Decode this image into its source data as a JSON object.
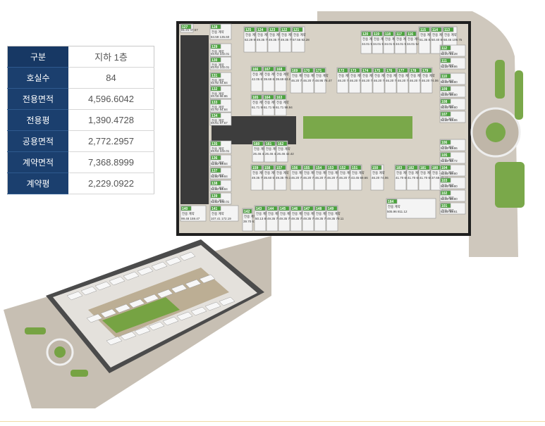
{
  "summary": {
    "header": {
      "label": "구분",
      "value": "지하 1층"
    },
    "rows": [
      {
        "label": "호실수",
        "value": "84"
      },
      {
        "label": "전용면적",
        "value": "4,596.6042"
      },
      {
        "label": "전용평",
        "value": "1,390.4728"
      },
      {
        "label": "공용면적",
        "value": "2,772.2957"
      },
      {
        "label": "계약면적",
        "value": "7,368.8999"
      },
      {
        "label": "계약평",
        "value": "2,229.0922"
      }
    ]
  },
  "plan": {
    "units": [
      {
        "num": "127",
        "a": "",
        "b": "",
        "c": "81.21 47.57"
      },
      {
        "num": "128",
        "a": "전용",
        "b": "계약",
        "c": "84.59 135.60"
      },
      {
        "num": "125",
        "a": "전용",
        "b": "계약",
        "c": "62.29 99.96"
      },
      {
        "num": "124",
        "a": "전용",
        "b": "계약",
        "c": "49.35 79.11"
      },
      {
        "num": "123",
        "a": "전용",
        "b": "계약",
        "c": "49.35 79.11"
      },
      {
        "num": "122",
        "a": "전용",
        "b": "계약",
        "c": "49.35 79.11"
      },
      {
        "num": "121",
        "a": "전용",
        "b": "계약",
        "c": "57.56 92.28"
      },
      {
        "num": "120",
        "a": "전용",
        "b": "계약",
        "c": "34.01 54.51"
      },
      {
        "num": "119",
        "a": "전용",
        "b": "계약",
        "c": "34.01 54.51"
      },
      {
        "num": "118",
        "a": "전용",
        "b": "계약",
        "c": "34.01 54.51"
      },
      {
        "num": "117",
        "a": "전용",
        "b": "계약",
        "c": "34.01 54.51"
      },
      {
        "num": "116",
        "a": "전용",
        "b": "계약",
        "c": "34.01 54.51"
      },
      {
        "num": "115",
        "a": "전용",
        "b": "계약",
        "c": "51.35 82.30"
      },
      {
        "num": "114",
        "a": "전용",
        "b": "계약",
        "c": "50.40 80.80"
      },
      {
        "num": "113",
        "a": "전용",
        "b": "계약",
        "c": "68.46 109.75"
      },
      {
        "num": "129",
        "a": "전용",
        "b": "계약",
        "c": "63.63 102.01"
      },
      {
        "num": "130",
        "a": "전용",
        "b": "계약",
        "c": "63.63 102.01"
      },
      {
        "num": "112",
        "a": "전용",
        "b": "계약",
        "c": "50.71 81.28"
      },
      {
        "num": "111",
        "a": "전용",
        "b": "계약",
        "c": "52.30 83.86"
      },
      {
        "num": "166",
        "a": "전용",
        "b": "계약",
        "c": "42.05 67.42"
      },
      {
        "num": "167",
        "a": "전용",
        "b": "계약",
        "c": "39.69 63.63"
      },
      {
        "num": "168",
        "a": "전용",
        "b": "계약",
        "c": "39.69 63.63"
      },
      {
        "num": "169",
        "a": "전용",
        "b": "계약",
        "c": "46.20 74.06"
      },
      {
        "num": "170",
        "a": "전용",
        "b": "계약",
        "c": "46.20 74.06"
      },
      {
        "num": "171",
        "a": "전용",
        "b": "계약",
        "c": "48.95 78.47"
      },
      {
        "num": "172",
        "a": "전용",
        "b": "계약",
        "c": "46.20 74.06"
      },
      {
        "num": "173",
        "a": "전용",
        "b": "계약",
        "c": "46.20 74.06"
      },
      {
        "num": "174",
        "a": "전용",
        "b": "계약",
        "c": "46.20 74.06"
      },
      {
        "num": "175",
        "a": "전용",
        "b": "계약",
        "c": "46.20 74.06"
      },
      {
        "num": "176",
        "a": "전용",
        "b": "계약",
        "c": "46.20 74.06"
      },
      {
        "num": "177",
        "a": "전용",
        "b": "계약",
        "c": "46.20 74.06"
      },
      {
        "num": "178",
        "a": "전용",
        "b": "계약",
        "c": "46.20 74.06"
      },
      {
        "num": "179",
        "a": "전용",
        "b": "계약",
        "c": "46.20 74.06"
      },
      {
        "num": "110",
        "a": "전용",
        "b": "계약",
        "c": "50.40 80.80"
      },
      {
        "num": "109",
        "a": "전용",
        "b": "계약",
        "c": "50.40 80.80"
      },
      {
        "num": "131",
        "a": "전용",
        "b": "계약",
        "c": "52.92 84.84"
      },
      {
        "num": "132",
        "a": "전용",
        "b": "계약",
        "c": "54.18 86.86"
      },
      {
        "num": "133",
        "a": "전용",
        "b": "계약",
        "c": "52.92 84.84"
      },
      {
        "num": "134",
        "a": "전용",
        "b": "계약",
        "c": "54.61 87.57"
      },
      {
        "num": "165",
        "a": "전용",
        "b": "계약",
        "c": "61.71 98.94"
      },
      {
        "num": "164",
        "a": "전용",
        "b": "계약",
        "c": "61.71 98.94"
      },
      {
        "num": "163",
        "a": "전용",
        "b": "계약",
        "c": "61.71 98.94"
      },
      {
        "num": "108",
        "a": "전용",
        "b": "계약",
        "c": "50.40 80.80"
      },
      {
        "num": "107",
        "a": "전용",
        "b": "계약",
        "c": "52.30 83.86"
      },
      {
        "num": "135",
        "a": "전용",
        "b": "계약",
        "c": "63.63 102.01"
      },
      {
        "num": "160",
        "a": "전용",
        "b": "계약",
        "c": "26.46 42.42"
      },
      {
        "num": "161",
        "a": "전용",
        "b": "계약",
        "c": "26.46 42.42"
      },
      {
        "num": "162",
        "a": "전용",
        "b": "계약",
        "c": "26.46 42.42"
      },
      {
        "num": "106",
        "a": "전용",
        "b": "계약",
        "c": "52.30 83.86"
      },
      {
        "num": "105",
        "a": "전용",
        "b": "계약",
        "c": "51.60 82.72"
      },
      {
        "num": "136",
        "a": "전용",
        "b": "계약",
        "c": "52.92 84.84"
      },
      {
        "num": "137",
        "a": "전용",
        "b": "계약",
        "c": "52.92 84.84"
      },
      {
        "num": "138",
        "a": "전용",
        "b": "계약",
        "c": "52.92 84.84"
      },
      {
        "num": "139",
        "a": "전용",
        "b": "계약",
        "c": "63.63 102.01"
      },
      {
        "num": "159",
        "a": "전용",
        "b": "계약",
        "c": "49.35 79.11"
      },
      {
        "num": "158",
        "a": "전용",
        "b": "계약",
        "c": "35.60 57.40"
      },
      {
        "num": "157",
        "a": "전용",
        "b": "계약",
        "c": "49.35 79.11"
      },
      {
        "num": "156",
        "a": "전용",
        "b": "계약",
        "c": "46.20 74.06"
      },
      {
        "num": "155",
        "a": "전용",
        "b": "계약",
        "c": "46.20 74.06"
      },
      {
        "num": "154",
        "a": "전용",
        "b": "계약",
        "c": "46.20 74.06"
      },
      {
        "num": "153",
        "a": "전용",
        "b": "계약",
        "c": "46.20 74.06"
      },
      {
        "num": "152",
        "a": "전용",
        "b": "계약",
        "c": "46.20 74.06"
      },
      {
        "num": "151",
        "a": "전용",
        "b": "계약",
        "c": "43.45 69.66"
      },
      {
        "num": "150",
        "a": "전용",
        "b": "계약",
        "c": "46.20 74.06"
      },
      {
        "num": "183",
        "a": "전용",
        "b": "계약",
        "c": "41.70 66.86"
      },
      {
        "num": "182",
        "a": "전용",
        "b": "계약",
        "c": "41.70 66.86"
      },
      {
        "num": "181",
        "a": "전용",
        "b": "계약",
        "c": "41.70 66.86"
      },
      {
        "num": "180",
        "a": "전용",
        "b": "계약",
        "c": "37.68 60.41"
      },
      {
        "num": "104",
        "a": "전용",
        "b": "계약",
        "c": "50.40 80.80"
      },
      {
        "num": "103",
        "a": "전용",
        "b": "계약",
        "c": "50.40 80.80"
      },
      {
        "num": "102",
        "a": "전용",
        "b": "계약",
        "c": "50.40 80.80"
      },
      {
        "num": "101",
        "a": "전용",
        "b": "계약",
        "c": "53.40 85.61"
      },
      {
        "num": "184",
        "a": "전용",
        "b": "계약",
        "c": "505.96 811.12"
      },
      {
        "num": "140",
        "a": "전용",
        "b": "계약",
        "c": "99.48 159.47"
      },
      {
        "num": "141",
        "a": "전용",
        "b": "계약",
        "c": "107.41 172.19"
      },
      {
        "num": "142",
        "a": "전용",
        "b": "계약",
        "c": "39.70 63.67"
      },
      {
        "num": "143",
        "a": "전용",
        "b": "계약",
        "c": "50.13 80.36"
      },
      {
        "num": "144",
        "a": "전용",
        "b": "계약",
        "c": "49.35 79.11"
      },
      {
        "num": "145",
        "a": "전용",
        "b": "계약",
        "c": "49.35 79.11"
      },
      {
        "num": "146",
        "a": "전용",
        "b": "계약",
        "c": "49.35 79.11"
      },
      {
        "num": "147",
        "a": "전용",
        "b": "계약",
        "c": "49.35 79.11"
      },
      {
        "num": "148",
        "a": "전용",
        "b": "계약",
        "c": "49.35 79.11"
      },
      {
        "num": "149",
        "a": "전용",
        "b": "계약",
        "c": "49.35 79.11"
      }
    ]
  }
}
